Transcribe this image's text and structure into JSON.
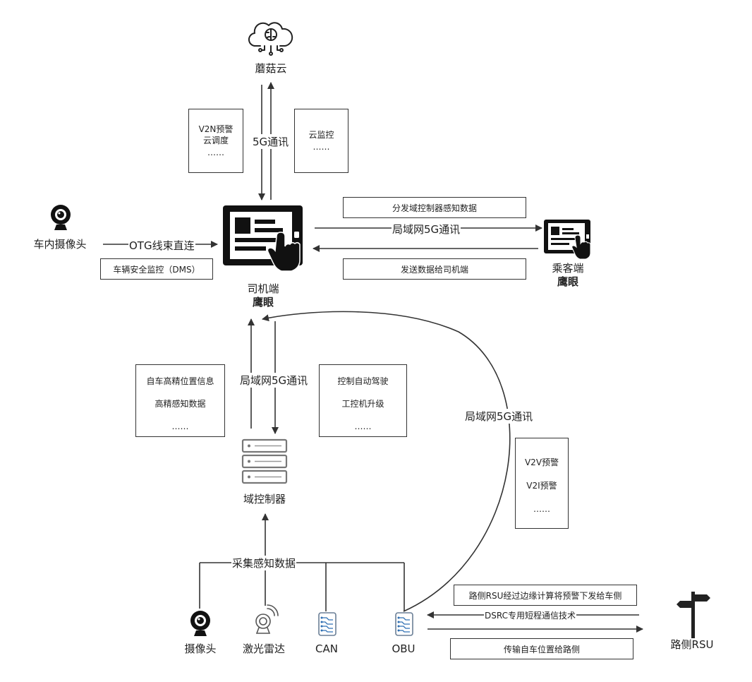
{
  "nodes": {
    "cloud": {
      "name": "蘑菇云"
    },
    "driver_tablet": {
      "name": "司机端",
      "sub": "鹰眼"
    },
    "passenger_tablet": {
      "name": "乘客端",
      "sub": "鹰眼"
    },
    "cabin_camera": {
      "name": "车内摄像头"
    },
    "domain_controller": {
      "name": "域控制器"
    },
    "camera": {
      "name": "摄像头"
    },
    "lidar": {
      "name": "激光雷达"
    },
    "can": {
      "name": "CAN"
    },
    "obu": {
      "name": "OBU"
    },
    "rsu": {
      "name": "路侧RSU"
    }
  },
  "links": {
    "cloud_link": "5G通讯",
    "otg": "OTG线束直连",
    "passenger_link": "局域网5G通讯",
    "controller_link": "局域网5G通讯",
    "obu_link": "局域网5G通讯",
    "collect": "采集感知数据"
  },
  "boxes": {
    "v2n": [
      "V2N预警",
      "云调度",
      "……"
    ],
    "cloud_monitor": [
      "云监控",
      "……"
    ],
    "distribute": [
      "分发域控制器感知数据"
    ],
    "send_driver": [
      "发送数据给司机端"
    ],
    "dms": [
      "车辆安全监控（DMS）"
    ],
    "position": [
      "自车高精位置信息",
      "高精感知数据",
      "……"
    ],
    "control": [
      "控制自动驾驶",
      "工控机升级",
      "……"
    ],
    "v2x": [
      "V2V预警",
      "V2I预警",
      "……"
    ],
    "rsu_edge": [
      "路侧RSU经过边缘计算将预警下发给车侧"
    ],
    "dsrc": [
      "DSRC专用短程通信技术"
    ],
    "transmit": [
      "传输自车位置给路侧"
    ]
  },
  "icons": [
    "cloud-brain-icon",
    "tablet-touch-icon",
    "webcam-icon",
    "server-rack-icon",
    "lidar-icon",
    "circuit-board-icon",
    "signpost-icon"
  ]
}
